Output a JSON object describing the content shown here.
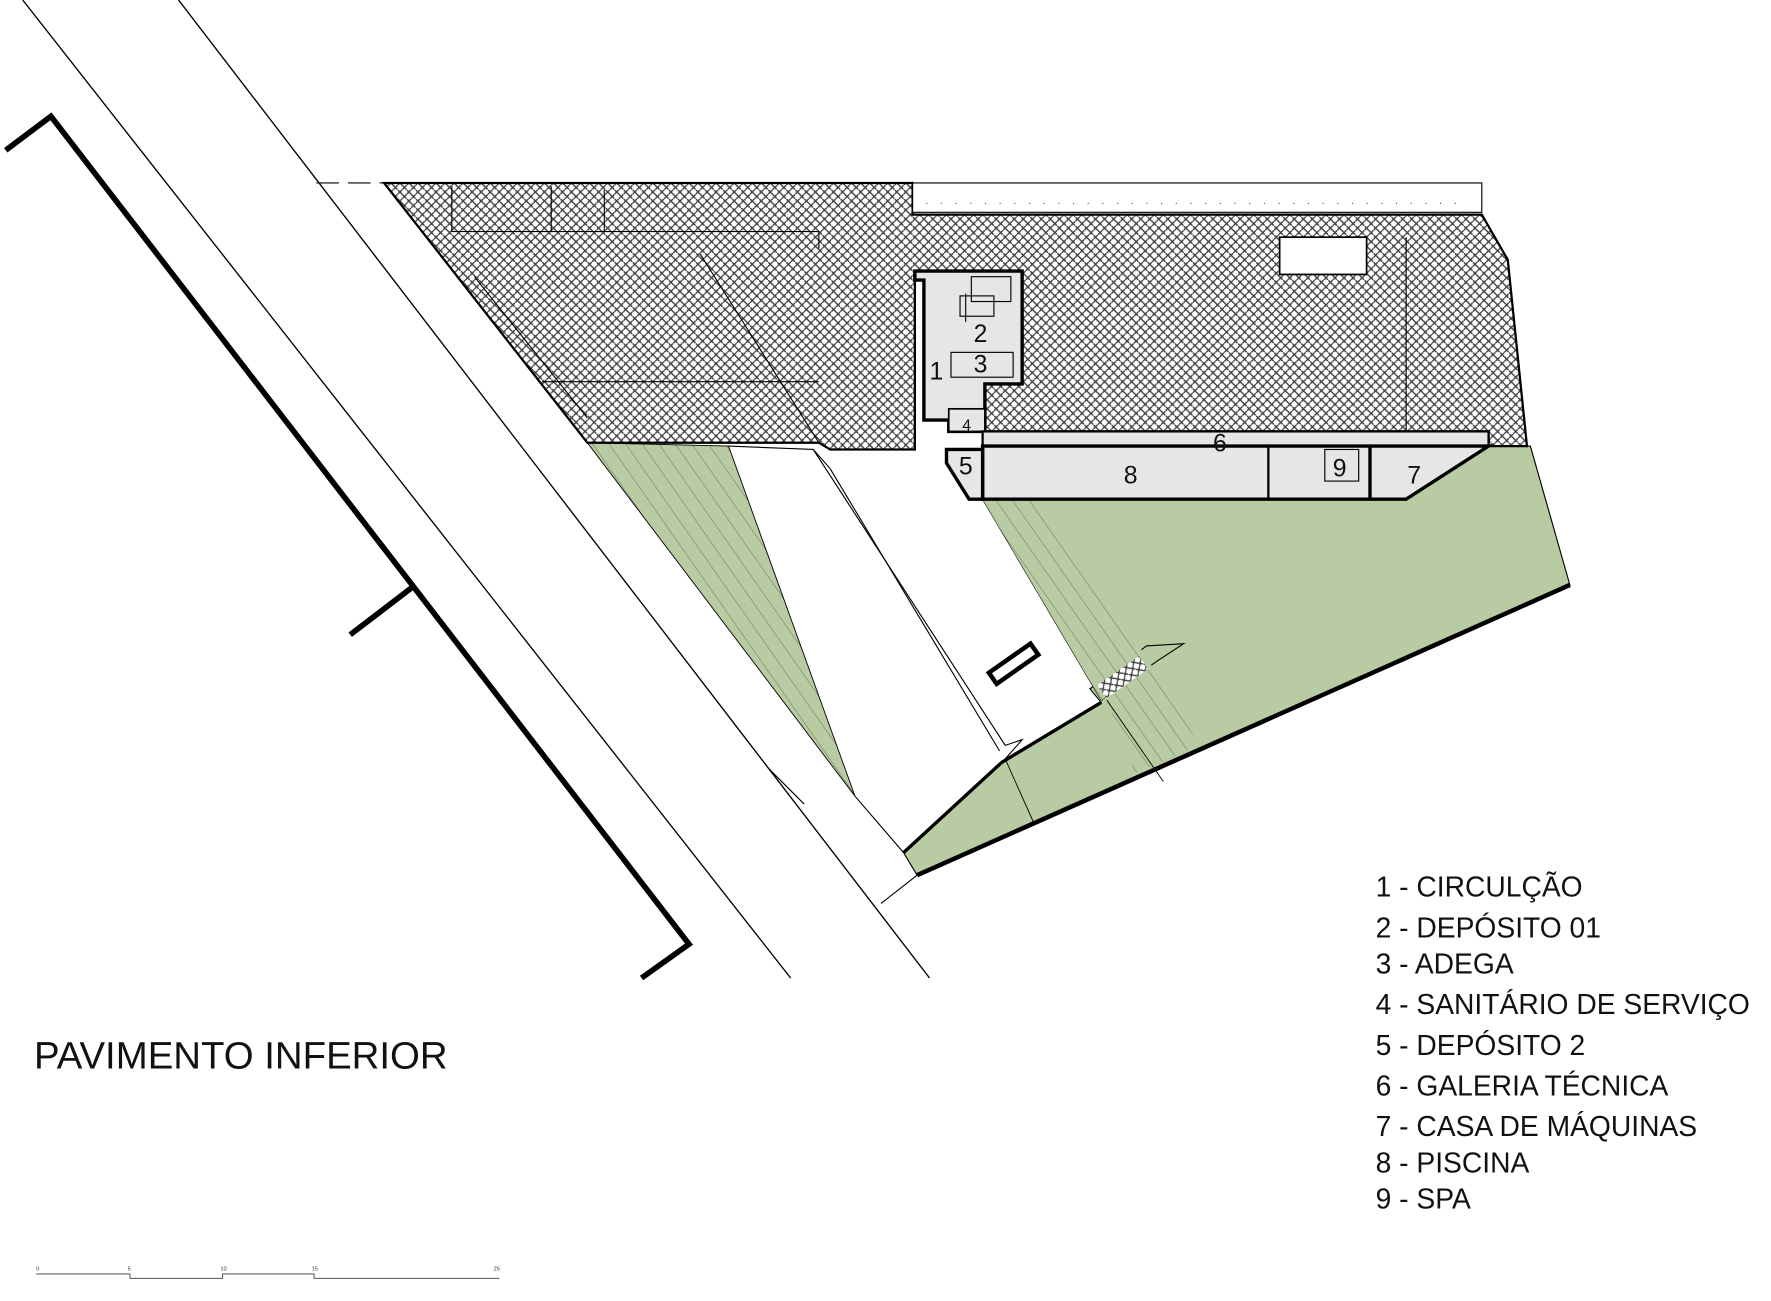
{
  "title": "PAVIMENTO INFERIOR",
  "room_numbers": [
    "1",
    "2",
    "3",
    "4",
    "5",
    "6",
    "7",
    "8",
    "9"
  ],
  "legend": [
    "1 - CIRCULÇÃO",
    "2 - DEPÓSITO 01",
    "3 - ADEGA",
    "4 - SANITÁRIO DE SERVIÇO",
    "5 - DEPÓSITO 2",
    "6 - GALERIA TÉCNICA",
    "7 - CASA DE MÁQUINAS",
    "8 - PISCINA",
    "9 - SPA"
  ],
  "scale_bar": {
    "labels": [
      "0",
      "5",
      "10",
      "15",
      "25"
    ]
  },
  "colors": {
    "garden": "#b9cba3",
    "interior": "#e6e6e6",
    "hatch": "#555555"
  }
}
